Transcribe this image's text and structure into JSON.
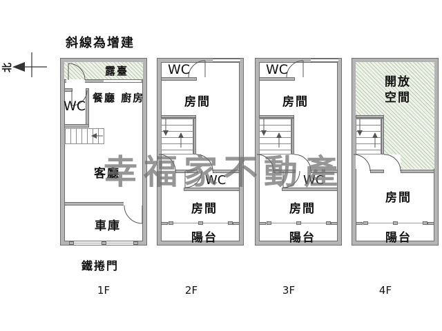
{
  "title": "斜線為增建",
  "compass": {
    "label": "北"
  },
  "watermark": {
    "text": "幸福家不動產",
    "color": "#6f6f6f"
  },
  "note_bottom": "鐵捲門",
  "colors": {
    "wall_fill": "#b5b5b5",
    "wall_edge": "#6e6e6e",
    "hatch_background": "#eef3e9",
    "hatch_line": "#96ac8c",
    "line": "#555555"
  },
  "floors": [
    {
      "label": "1F",
      "rooms": {
        "terrace": "露臺",
        "dining_kitchen": "餐廳 廚房",
        "wc": "WC",
        "living_room": "客廳",
        "garage": "車庫"
      }
    },
    {
      "label": "2F",
      "rooms": {
        "wc_upper": "WC",
        "room_upper": "房間",
        "wc_lower": "WC",
        "room_lower": "房間",
        "balcony": "陽台"
      }
    },
    {
      "label": "3F",
      "rooms": {
        "wc_upper": "WC",
        "room_upper": "房間",
        "wc_lower": "WC",
        "room_lower": "房間",
        "balcony": "陽台"
      }
    },
    {
      "label": "4F",
      "rooms": {
        "open_space_line1": "開放",
        "open_space_line2": "空間",
        "room_lower": "房間",
        "balcony": "陽台"
      }
    }
  ]
}
